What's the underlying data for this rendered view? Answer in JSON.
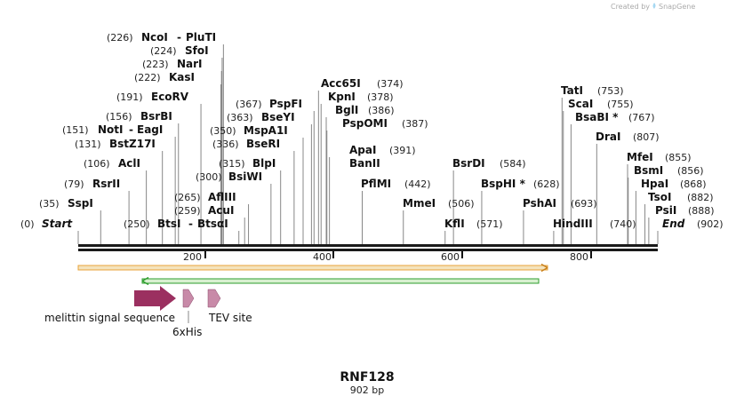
{
  "credit": {
    "prefix": "Created by",
    "brand": "SnapGene"
  },
  "plasmid": {
    "name": "RNF128",
    "length_label": "902 bp",
    "length": 902
  },
  "colors": {
    "backbone": "#1a1a1a",
    "orange": "#e8a33a",
    "green": "#2e9e2e",
    "melittin": "#9b3060",
    "tag": "#c88aa8",
    "site_line": "#888888"
  },
  "scale_ticks": [
    "200",
    "400",
    "600",
    "800"
  ],
  "sites": [
    {
      "pos": "(0)",
      "name": "Start",
      "bp": 0
    },
    {
      "pos": "(35)",
      "name": "SspI",
      "bp": 35
    },
    {
      "pos": "(79)",
      "name": "RsrII",
      "bp": 79
    },
    {
      "pos": "(106)",
      "name": "AclI",
      "bp": 106
    },
    {
      "pos": "(131)",
      "name": "BstZ17I",
      "bp": 131
    },
    {
      "pos": "(151)",
      "name": "NotI",
      "name2": "EagI",
      "bp": 151
    },
    {
      "pos": "(156)",
      "name": "BsrBI",
      "bp": 156
    },
    {
      "pos": "(191)",
      "name": "EcoRV",
      "bp": 191
    },
    {
      "pos": "(222)",
      "name": "KasI",
      "bp": 222
    },
    {
      "pos": "(223)",
      "name": "NarI",
      "bp": 223
    },
    {
      "pos": "(224)",
      "name": "SfoI",
      "bp": 224
    },
    {
      "pos": "(226)",
      "name": "NcoI",
      "name2": "PluTI",
      "bp": 226
    },
    {
      "pos": "(250)",
      "name": "BtsI",
      "name2": "BtsαI",
      "bp": 250
    },
    {
      "pos": "(259)",
      "name": "AcuI",
      "bp": 259
    },
    {
      "pos": "(265)",
      "name": "AflIII",
      "bp": 265
    },
    {
      "pos": "(300)",
      "name": "BsiWI",
      "bp": 300
    },
    {
      "pos": "(315)",
      "name": "BlpI",
      "bp": 315
    },
    {
      "pos": "(336)",
      "name": "BseRI",
      "bp": 336
    },
    {
      "pos": "(350)",
      "name": "MspA1I",
      "bp": 350
    },
    {
      "pos": "(363)",
      "name": "BseYI",
      "bp": 363
    },
    {
      "pos": "(367)",
      "name": "PspFI",
      "bp": 367
    },
    {
      "pos": "(374)",
      "name": "Acc65I",
      "bp": 374
    },
    {
      "pos": "(378)",
      "name": "KpnI",
      "bp": 378
    },
    {
      "pos": "(386)",
      "name": "BglI",
      "bp": 386
    },
    {
      "pos": "(387)",
      "name": "PspOMI",
      "bp": 387
    },
    {
      "pos": "(391)",
      "name": "ApaI",
      "name2": "BanII",
      "bp": 391
    },
    {
      "pos": "(442)",
      "name": "PflMI",
      "bp": 442
    },
    {
      "pos": "(506)",
      "name": "MmeI",
      "bp": 506
    },
    {
      "pos": "(571)",
      "name": "KflI",
      "bp": 571
    },
    {
      "pos": "(584)",
      "name": "BsrDI",
      "bp": 584
    },
    {
      "pos": "(628)",
      "name": "BspHI *",
      "bp": 628
    },
    {
      "pos": "(693)",
      "name": "PshAI",
      "bp": 693
    },
    {
      "pos": "(740)",
      "name": "HindIII",
      "bp": 740
    },
    {
      "pos": "(753)",
      "name": "TatI",
      "bp": 753
    },
    {
      "pos": "(755)",
      "name": "ScaI",
      "bp": 755
    },
    {
      "pos": "(767)",
      "name": "BsaBI *",
      "bp": 767
    },
    {
      "pos": "(807)",
      "name": "DraI",
      "bp": 807
    },
    {
      "pos": "(855)",
      "name": "MfeI",
      "bp": 855
    },
    {
      "pos": "(856)",
      "name": "BsmI",
      "bp": 856
    },
    {
      "pos": "(868)",
      "name": "HpaI",
      "bp": 868
    },
    {
      "pos": "(882)",
      "name": "TsoI",
      "bp": 882
    },
    {
      "pos": "(888)",
      "name": "PsiI",
      "bp": 888
    },
    {
      "pos": "(902)",
      "name": "End",
      "bp": 902
    }
  ],
  "features": [
    {
      "name": "melittin signal sequence"
    },
    {
      "name": "6xHis"
    },
    {
      "name": "TEV site"
    }
  ]
}
